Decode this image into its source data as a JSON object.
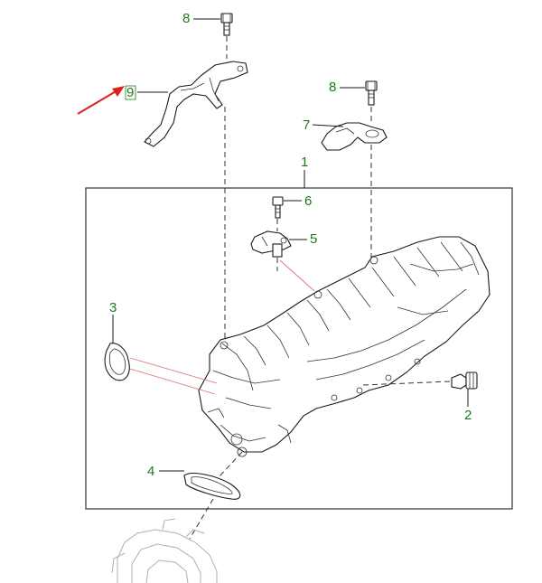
{
  "callouts": {
    "c1": "1",
    "c2": "2",
    "c3": "3",
    "c4": "4",
    "c5": "5",
    "c6": "6",
    "c7": "7",
    "c8_top": "8",
    "c8_right": "8",
    "c9": "9"
  },
  "colors": {
    "callout_text": "#1a7a1a",
    "pointer_arrow": "#e02020",
    "linework": "#1a1a1a",
    "seal_leader": "#e07070"
  },
  "icons": {
    "pointer": "red-arrow-icon"
  }
}
